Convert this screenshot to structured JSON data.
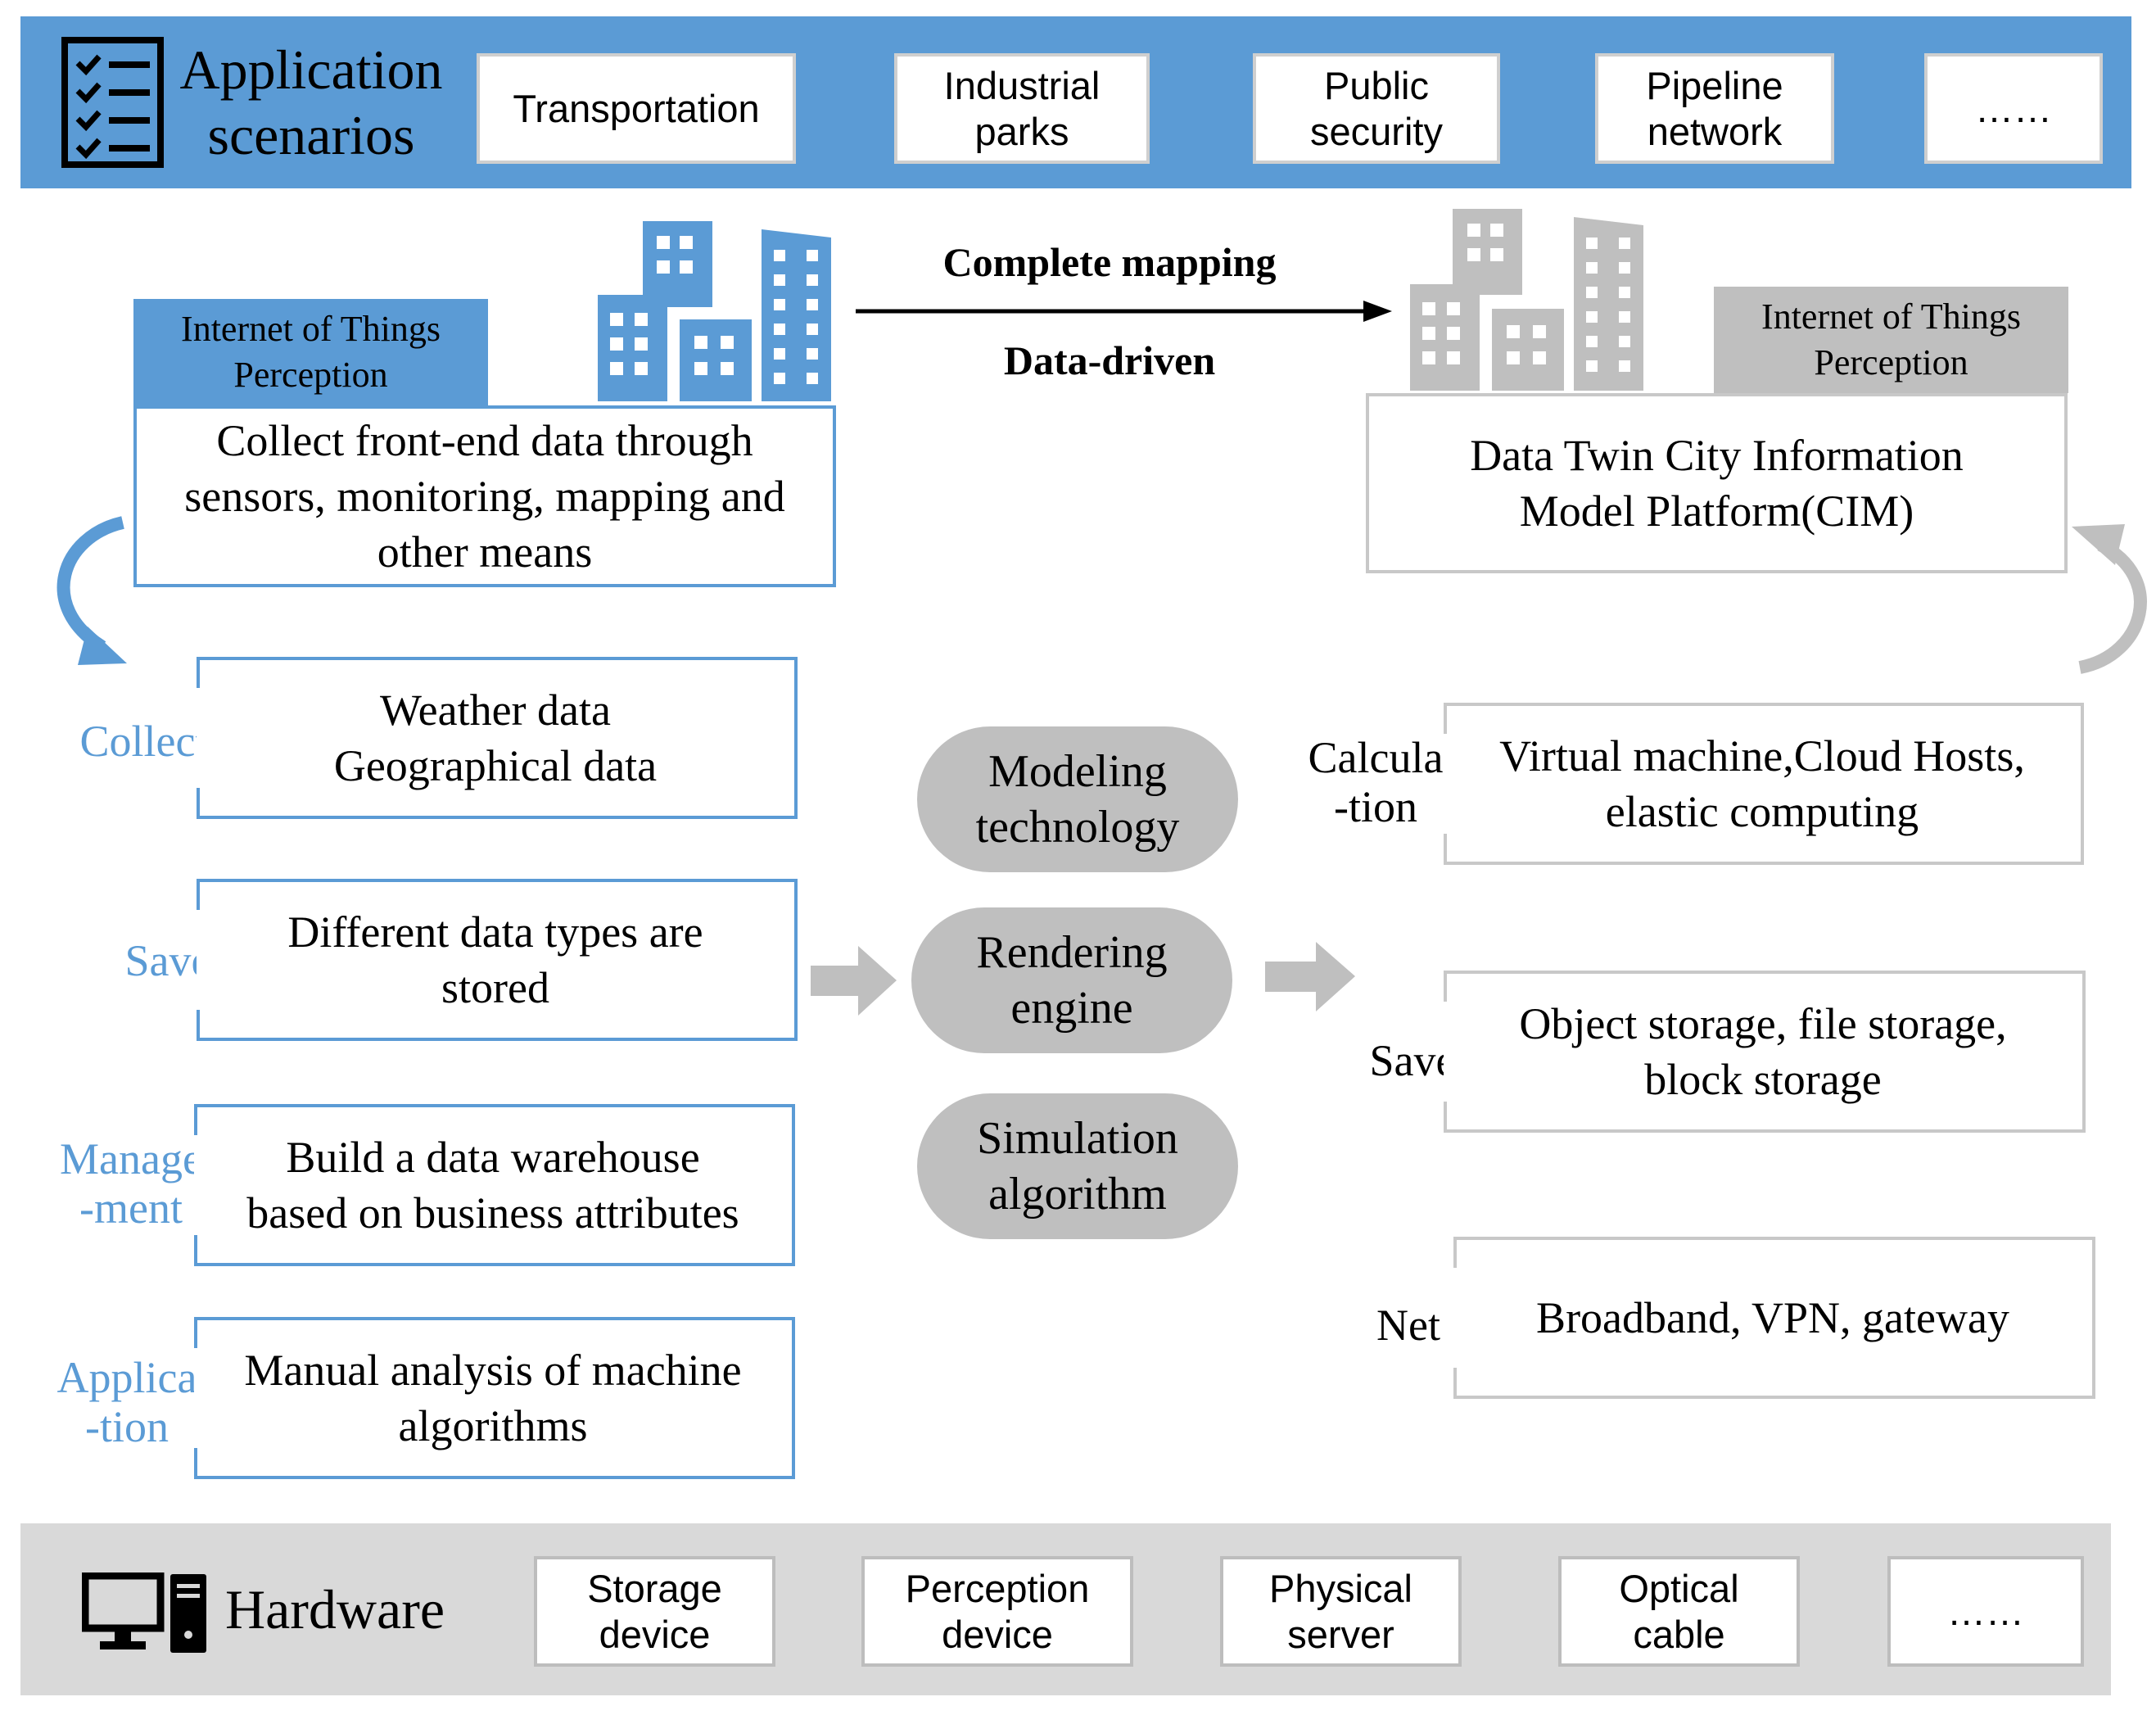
{
  "colors": {
    "blue": "#5b9bd5",
    "gray": "#bfbfbf",
    "light_gray": "#d9d9d9"
  },
  "top": {
    "title": "Application\nscenarios",
    "icon": "checklist-icon",
    "items": [
      "Transportation",
      "Industrial\nparks",
      "Public\nsecurity",
      "Pipeline\nnetwork",
      "……"
    ]
  },
  "left": {
    "iot_tag": "Internet of Things\nPerception",
    "collect_text": "Collect front-end data through\nsensors, monitoring, mapping and\nother means",
    "building_icon": "blue-buildings-icon",
    "rows": [
      {
        "label": "Collection",
        "text": "Weather data\nGeographical data"
      },
      {
        "label": "Save",
        "text": "Different data types are\nstored"
      },
      {
        "label": "Manage\n-ment",
        "text": "Build a data warehouse\nbased on business attributes"
      },
      {
        "label": "Applica\n-tion",
        "text": "Manual analysis of machine\nalgorithms"
      }
    ]
  },
  "center": {
    "arrow_top_label": "Complete mapping",
    "arrow_bottom_label": "Data-driven",
    "pills": [
      "Modeling\ntechnology",
      "Rendering\nengine",
      "Simulation\nalgorithm"
    ]
  },
  "right": {
    "iot_tag": "Internet of Things\nPerception",
    "cim_text": "Data Twin City Information\nModel Platform(CIM)",
    "building_icon": "gray-buildings-icon",
    "rows": [
      {
        "label": "Calcula\n-tion",
        "text": "Virtual machine,Cloud Hosts,\nelastic computing"
      },
      {
        "label": "Save",
        "text": "Object storage, file storage,\nblock storage"
      },
      {
        "label": "Net",
        "text": "Broadband, VPN, gateway"
      }
    ]
  },
  "bottom": {
    "title": "Hardware",
    "icon": "computer-icon",
    "items": [
      "Storage\ndevice",
      "Perception\ndevice",
      "Physical\nserver",
      "Optical\ncable",
      "……"
    ]
  }
}
